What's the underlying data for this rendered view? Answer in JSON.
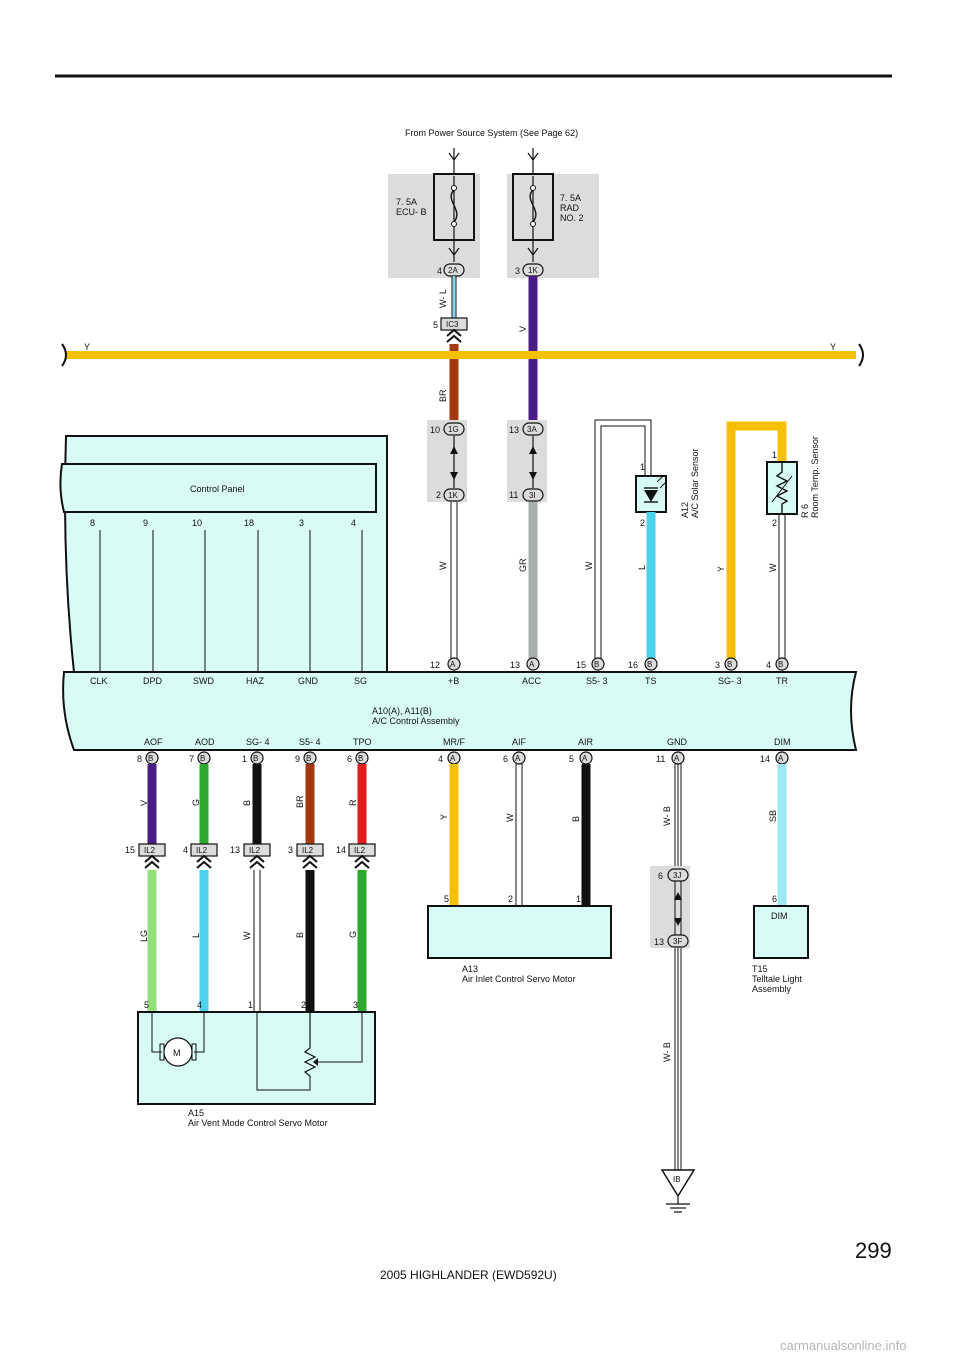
{
  "power_source": "From Power Source System (See Page 62)",
  "fuses": [
    {
      "amp": "7. 5A",
      "name": "ECU- B"
    },
    {
      "amp": "7. 5A",
      "name": "RAD",
      "name2": "NO. 2"
    }
  ],
  "bus_wire": {
    "left": "Y",
    "right": "Y"
  },
  "control_panel": {
    "title": "Control Panel",
    "pins": [
      "8",
      "9",
      "10",
      "18",
      "3",
      "4"
    ]
  },
  "top_connectors": [
    {
      "pin": "4",
      "code": "2A"
    },
    {
      "pin": "3",
      "code": "1K"
    },
    {
      "pin": "5",
      "code": "IC3"
    },
    {
      "pin": "10",
      "code": "1G"
    },
    {
      "pin": "2",
      "code": "1K"
    },
    {
      "pin": "13",
      "code": "3A"
    },
    {
      "pin": "11",
      "code": "3I"
    }
  ],
  "top_wire_colors": [
    "W- L",
    "V",
    "BR",
    "W",
    "GR",
    "W",
    "L",
    "Y",
    "W"
  ],
  "solar_sensor": {
    "id": "A12",
    "name": "A/C Solar Sensor",
    "pin1": "1",
    "pin2": "2"
  },
  "room_sensor": {
    "id": "R 6",
    "name": "Room Temp.  Sensor",
    "pin1": "1",
    "pin2": "2"
  },
  "ac_assembly": {
    "id": "A10(A), A11(B)",
    "name": "A/C Control Assembly",
    "top_pins": [
      {
        "pin": "12",
        "conn": "A",
        "label": "+B"
      },
      {
        "pin": "13",
        "conn": "A",
        "label": "ACC"
      },
      {
        "pin": "15",
        "conn": "B",
        "label": "S5- 3"
      },
      {
        "pin": "16",
        "conn": "B",
        "label": "TS"
      },
      {
        "pin": "3",
        "conn": "B",
        "label": "SG- 3"
      },
      {
        "pin": "4",
        "conn": "B",
        "label": "TR"
      }
    ],
    "left_labels": [
      "CLK",
      "DPD",
      "SWD",
      "HAZ",
      "GND",
      "SG"
    ],
    "bottom_pins": [
      {
        "pin": "8",
        "conn": "B",
        "label": "AOF"
      },
      {
        "pin": "7",
        "conn": "B",
        "label": "AOD"
      },
      {
        "pin": "1",
        "conn": "B",
        "label": "SG- 4"
      },
      {
        "pin": "9",
        "conn": "B",
        "label": "S5- 4"
      },
      {
        "pin": "6",
        "conn": "B",
        "label": "TPO"
      },
      {
        "pin": "4",
        "conn": "A",
        "label": "MR/F"
      },
      {
        "pin": "6",
        "conn": "A",
        "label": "AIF"
      },
      {
        "pin": "5",
        "conn": "A",
        "label": "AIR"
      },
      {
        "pin": "11",
        "conn": "A",
        "label": "GND"
      },
      {
        "pin": "14",
        "conn": "A",
        "label": "DIM"
      }
    ]
  },
  "bottom_wire_colors": [
    "V",
    "G",
    "B",
    "BR",
    "R",
    "Y",
    "W",
    "B",
    "W- B",
    "SB"
  ],
  "il2_connectors": [
    {
      "pin": "15",
      "code": "IL2"
    },
    {
      "pin": "4",
      "code": "IL2"
    },
    {
      "pin": "13",
      "code": "IL2"
    },
    {
      "pin": "3",
      "code": "IL2"
    },
    {
      "pin": "14",
      "code": "IL2"
    }
  ],
  "lower_wire_colors": [
    "LG",
    "L",
    "W",
    "B",
    "G",
    "W- B"
  ],
  "junctions": [
    {
      "pin": "6",
      "code": "3J"
    },
    {
      "pin": "13",
      "code": "3F"
    }
  ],
  "servo_motor": {
    "id": "A15",
    "name": "Air Vent Mode Control Servo Motor",
    "pins": [
      "5",
      "4",
      "1",
      "2",
      "3"
    ],
    "motor_label": "M"
  },
  "inlet_motor": {
    "id": "A13",
    "name": "Air Inlet Control Servo Motor",
    "pins": [
      "5",
      "2",
      "1"
    ]
  },
  "telltale": {
    "id": "T15",
    "name": "Telltale Light",
    "name2": "Assembly",
    "label": "DIM",
    "pin": "6"
  },
  "ground": "IB",
  "page_number": "299",
  "footer": "2005 HIGHLANDER (EWD592U)",
  "watermark": "carmanualsonline.info",
  "colors": {
    "yellow": "#f5c000",
    "violet": "#4a1c86",
    "brown": "#a53a12",
    "green": "#2ea82e",
    "black": "#111111",
    "red": "#e31b1b",
    "gray": "#a7b0ad",
    "lightblue": "#4fd0ee",
    "skyblue": "#9ee8f5",
    "lightgreen": "#92e07a",
    "panel": "#d8fbf6",
    "fusebox": "#dcdcdc"
  }
}
